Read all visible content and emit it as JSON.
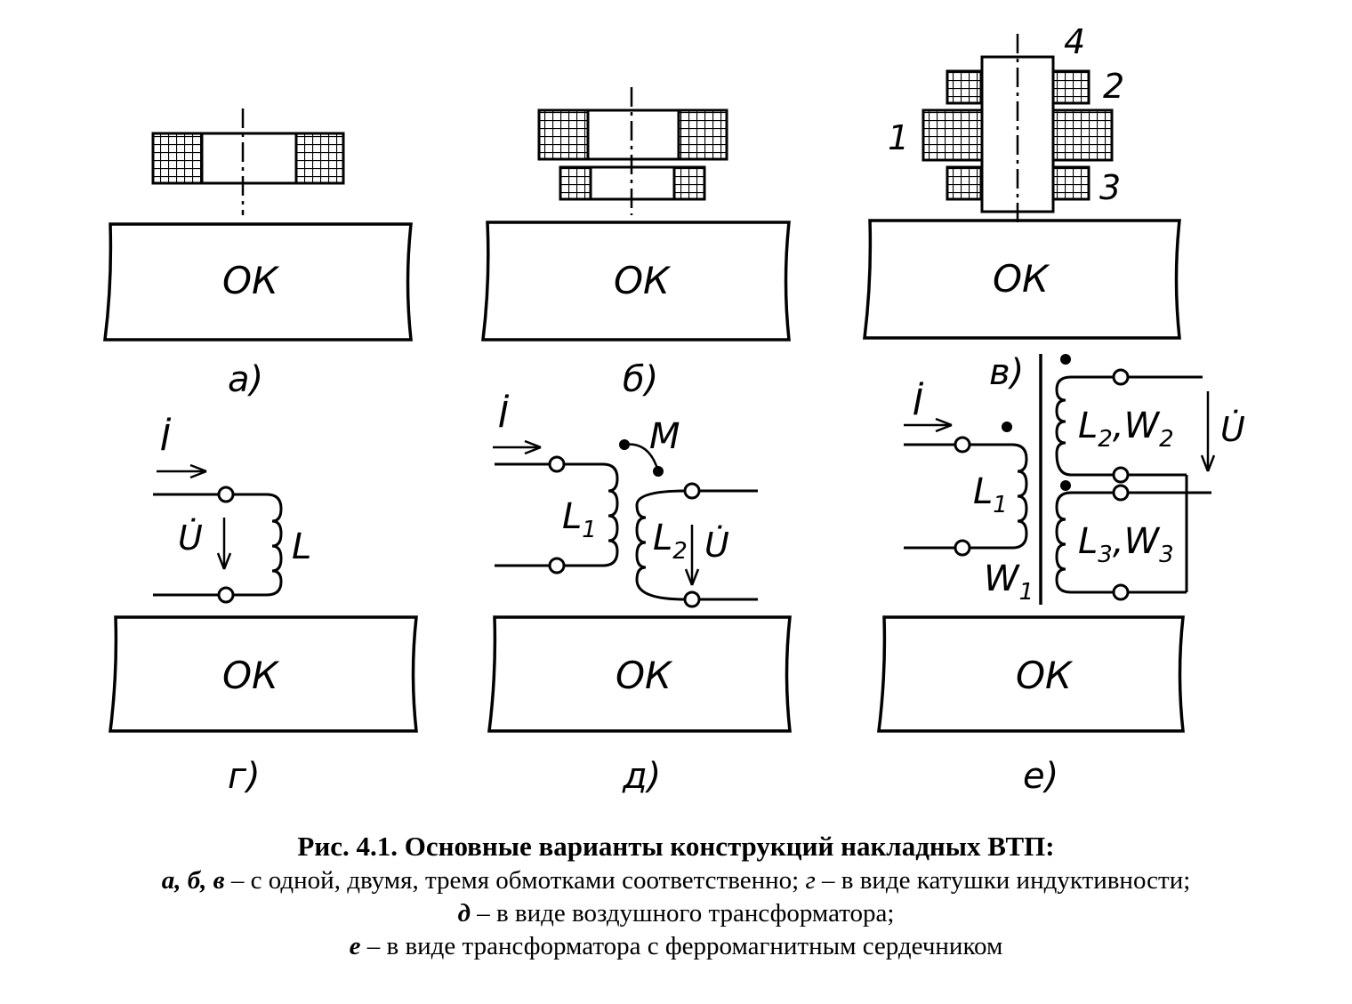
{
  "object_label": "ОК",
  "panels": {
    "a": "а)",
    "b": "б)",
    "v": "в)",
    "g": "г)",
    "d": "д)",
    "e": "е)"
  },
  "labels": {
    "current": "İ",
    "voltage": "U̇",
    "inductance": "L",
    "mutual": "M",
    "l1": "L",
    "l2": "L",
    "sub1": "1",
    "sub2": "2",
    "sub3": "3",
    "coil1": "1",
    "coil2": "2",
    "coil3": "3",
    "core4": "4",
    "w": "W",
    "l2w2": "L",
    "l3w3": "L",
    "w1": "W"
  },
  "caption": {
    "title": "Рис. 4.1. Основные варианты конструкций накладных ВТП:",
    "line1_prefix": "а, б, в",
    "line1_text": " – с одной, двумя, тремя обмотками соответственно; ",
    "line1_g": "г",
    "line1_text2": " – в виде катушки индуктивности;",
    "line2_prefix": "д",
    "line2_text": " – в виде воздушного трансформатора;",
    "line3_prefix": "е",
    "line3_text": " – в виде трансформатора с ферромагнитным сердечником"
  }
}
